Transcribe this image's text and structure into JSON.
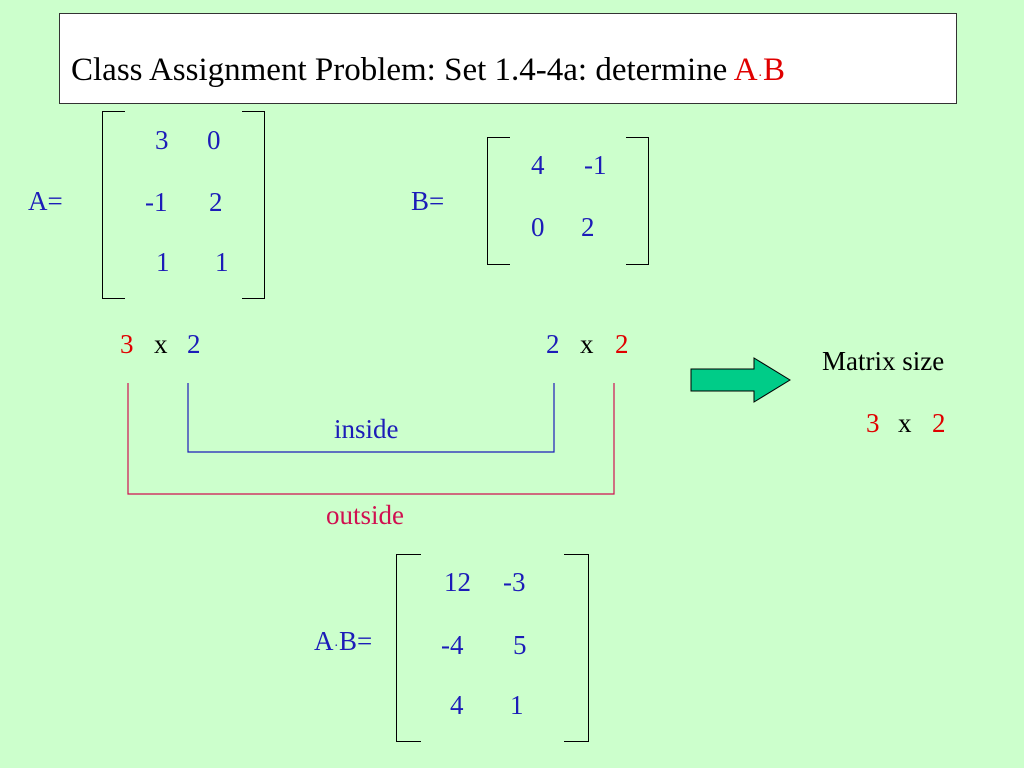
{
  "slide": {
    "title_prefix": "Class Assignment Problem:  Set 1.4-4a: determine ",
    "title_a": "A",
    "title_dot": ".",
    "title_b": "B"
  },
  "matrix_a": {
    "label": "A=",
    "rows": [
      [
        "3",
        "0"
      ],
      [
        "-1",
        "2"
      ],
      [
        "1",
        "1"
      ]
    ]
  },
  "matrix_b": {
    "label": "B=",
    "rows": [
      [
        "4",
        "-1"
      ],
      [
        "0",
        "2"
      ]
    ]
  },
  "dims": {
    "a_rows": "3",
    "a_x": "x",
    "a_cols": "2",
    "b_rows": "2",
    "b_x": "x",
    "b_cols": "2"
  },
  "brackets": {
    "inside_label": "inside",
    "outside_label": "outside"
  },
  "result_size": {
    "label": "Matrix size",
    "rows": "3",
    "x": "x",
    "cols": "2"
  },
  "product": {
    "label_a": "A",
    "label_dot": ".",
    "label_b": "B=",
    "rows": [
      [
        "12",
        "-3"
      ],
      [
        "-4",
        "5"
      ],
      [
        "4",
        "1"
      ]
    ]
  },
  "colors": {
    "background": "#ccffcc",
    "highlight_red": "#e00000",
    "text_blue": "#1c1cb8",
    "outside_bracket": "#d01050",
    "inside_bracket": "#1c1cb8",
    "arrow_fill": "#00cc88"
  }
}
